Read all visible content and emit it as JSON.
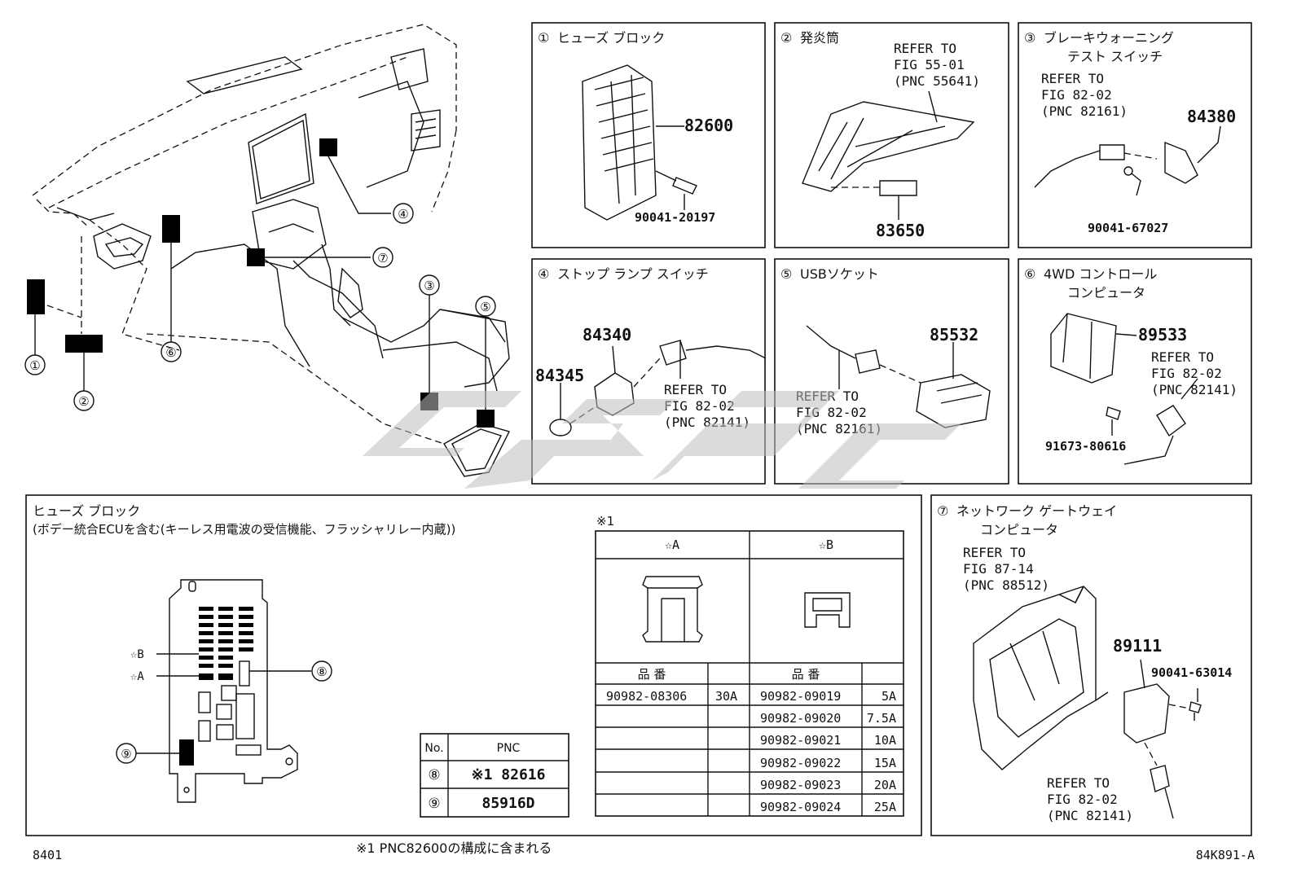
{
  "circled": [
    "①",
    "②",
    "③",
    "④",
    "⑤",
    "⑥",
    "⑦",
    "⑧",
    "⑨"
  ],
  "panels": {
    "p1": {
      "title": "ヒューズ ブロック",
      "parts": [
        "82600",
        "90041-20197"
      ]
    },
    "p2": {
      "title": "発炎筒",
      "refer": [
        "REFER TO",
        "FIG 55-01",
        "(PNC 55641)"
      ],
      "parts": [
        "83650"
      ]
    },
    "p3": {
      "title1": "ブレーキウォーニング",
      "title2": "テスト スイッチ",
      "refer": [
        "REFER TO",
        "FIG 82-02",
        "(PNC 82161)"
      ],
      "parts": [
        "84380",
        "90041-67027"
      ]
    },
    "p4": {
      "title": "ストップ ランプ スイッチ",
      "parts": [
        "84340",
        "84345"
      ],
      "refer": [
        "REFER TO",
        "FIG 82-02",
        "(PNC 82141)"
      ]
    },
    "p5": {
      "title": "USBソケット",
      "parts": [
        "85532"
      ],
      "refer": [
        "REFER TO",
        "FIG 82-02",
        "(PNC 82161)"
      ]
    },
    "p6": {
      "title1": "4WD コントロール",
      "title2": "コンピュータ",
      "parts": [
        "89533",
        "91673-80616"
      ],
      "refer": [
        "REFER TO",
        "FIG 82-02",
        "(PNC 82141)"
      ]
    },
    "p7": {
      "title1": "ネットワーク ゲートウェイ",
      "title2": "コンピュータ",
      "refer_top": [
        "REFER TO",
        "FIG 87-14",
        "(PNC 88512)"
      ],
      "parts": [
        "89111",
        "90041-63014"
      ],
      "refer_bottom": [
        "REFER TO",
        "FIG 82-02",
        "(PNC 82141)"
      ]
    }
  },
  "fuse_block": {
    "title": "ヒューズ ブロック",
    "subtitle": "(ボデー統合ECUを含む(キーレス用電波の受信機能、フラッシャリレー内蔵))",
    "label_b": "☆B",
    "label_a": "☆A"
  },
  "pnc_table": {
    "headers": [
      "No.",
      "PNC"
    ],
    "rows": [
      {
        "no": "⑧",
        "pnc": "※1 82616"
      },
      {
        "no": "⑨",
        "pnc": "85916D"
      }
    ]
  },
  "fuse_table": {
    "note_mark": "※1",
    "col_a": "☆A",
    "col_b": "☆B",
    "part_header": "品 番",
    "a_rows": [
      {
        "part": "90982-08306",
        "amp": "30A"
      }
    ],
    "b_rows": [
      {
        "part": "90982-09019",
        "amp": "5A"
      },
      {
        "part": "90982-09020",
        "amp": "7.5A"
      },
      {
        "part": "90982-09021",
        "amp": "10A"
      },
      {
        "part": "90982-09022",
        "amp": "15A"
      },
      {
        "part": "90982-09023",
        "amp": "20A"
      },
      {
        "part": "90982-09024",
        "amp": "25A"
      }
    ]
  },
  "footer": {
    "left": "8401",
    "note": "※1 PNC82600の構成に含まれる",
    "right": "84K891-A"
  }
}
